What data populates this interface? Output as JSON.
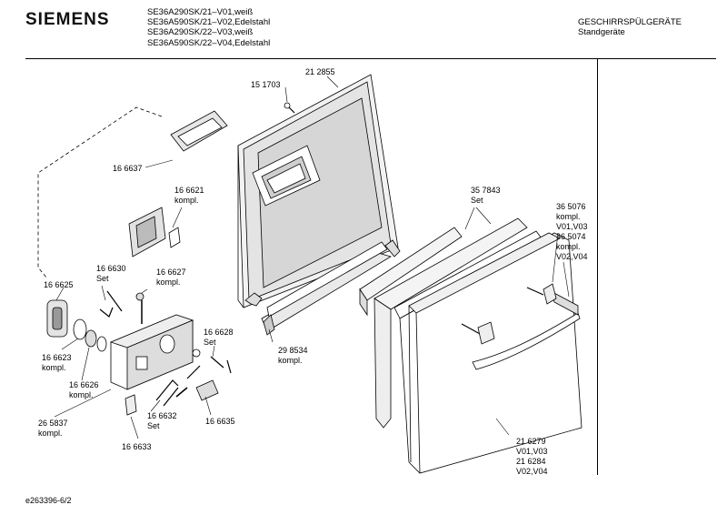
{
  "header": {
    "brand": "SIEMENS",
    "models": [
      "SE36A290SK/21–V01,weiß",
      "SE36A590SK/21–V02,Edelstahl",
      "SE36A290SK/22–V03,weiß",
      "SE36A590SK/22–V04,Edelstahl"
    ],
    "category_line1": "GESCHIRRSPÜLGERÄTE",
    "category_line2": "Standgeräte"
  },
  "footer": {
    "code": "e263396-6/2"
  },
  "labels": {
    "p151703": "15 1703",
    "p212855": "21 2855",
    "p166637": "16 6637",
    "p166621_a": "16 6621",
    "p166621_b": "kompl.",
    "p357843_a": "35 7843",
    "p357843_b": "Set",
    "p365076_a": "36 5076",
    "p365076_b": "kompl.",
    "p365076_c": "V01,V03",
    "p365074_a": "36 5074",
    "p365074_b": "kompl.",
    "p365074_c": "V02,V04",
    "p166630_a": "16 6630",
    "p166630_b": "Set",
    "p166627_a": "16 6627",
    "p166627_b": "kompl.",
    "p166625": "16 6625",
    "p166628_a": "16 6628",
    "p166628_b": "Set",
    "p298534_a": "29 8534",
    "p298534_b": "kompl.",
    "p166623_a": "16 6623",
    "p166623_b": "kompl.",
    "p166626_a": "16 6626",
    "p166626_b": "kompl.",
    "p265837_a": "26 5837",
    "p265837_b": "kompl.",
    "p166632_a": "16 6632",
    "p166632_b": "Set",
    "p166635": "16 6635",
    "p166633": "16 6633",
    "p216279_a": "21 6279",
    "p216279_b": "V01,V03",
    "p216284_a": "21 6284",
    "p216284_b": "V02,V04"
  }
}
